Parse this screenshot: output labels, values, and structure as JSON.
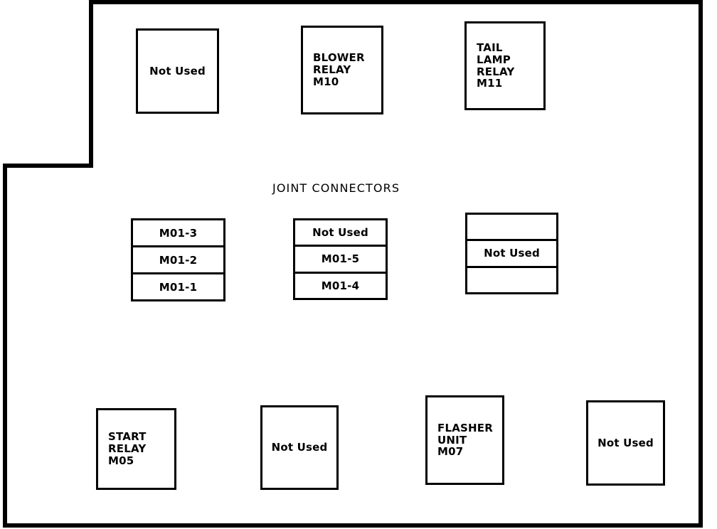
{
  "diagram": {
    "caption": "JOINT CONNECTORS",
    "stroke_color": "#000000",
    "background_color": "#ffffff"
  },
  "top_row": [
    {
      "id": "top-not-used",
      "label": "Not Used",
      "align": "center"
    },
    {
      "id": "blower-relay",
      "label": "BLOWER\nRELAY\nM10",
      "align": "left"
    },
    {
      "id": "tail-lamp-relay",
      "label": "TAIL\nLAMP\nRELAY\nM11",
      "align": "left"
    }
  ],
  "joint_connectors": [
    {
      "id": "joint-connector-stack-left",
      "cells": [
        "M01-3",
        "M01-2",
        "M01-1"
      ]
    },
    {
      "id": "joint-connector-stack-middle",
      "cells": [
        "Not Used",
        "M01-5",
        "M01-4"
      ]
    },
    {
      "id": "joint-connector-stack-right",
      "cells": [
        "",
        "Not Used",
        ""
      ]
    }
  ],
  "bottom_row": [
    {
      "id": "start-relay",
      "label": "START\nRELAY\nM05",
      "align": "left"
    },
    {
      "id": "bottom-not-used-1",
      "label": "Not Used",
      "align": "center"
    },
    {
      "id": "flasher-unit",
      "label": "FLASHER\nUNIT\nM07",
      "align": "left"
    },
    {
      "id": "bottom-not-used-2",
      "label": "Not Used",
      "align": "center"
    }
  ]
}
